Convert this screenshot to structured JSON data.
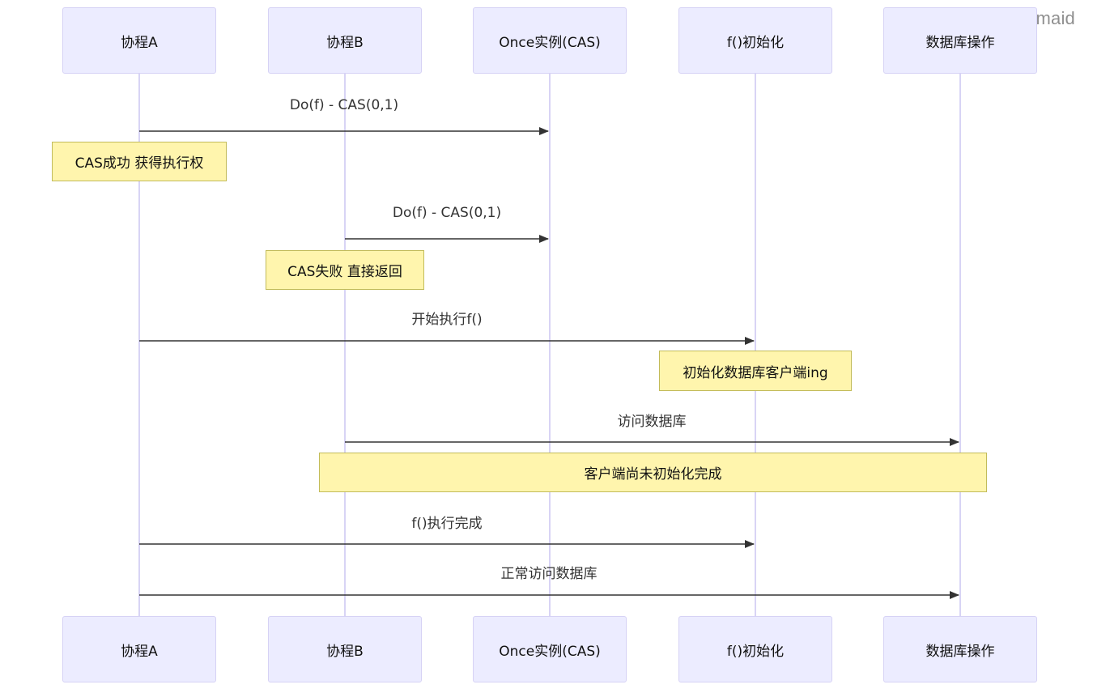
{
  "brand": {
    "watermark": "mermaid"
  },
  "actors": [
    {
      "id": "A",
      "label": "协程A"
    },
    {
      "id": "B",
      "label": "协程B"
    },
    {
      "id": "Once",
      "label": "Once实例(CAS)"
    },
    {
      "id": "F",
      "label": "f()初始化"
    },
    {
      "id": "DB",
      "label": "数据库操作"
    }
  ],
  "messages": [
    {
      "from": "A",
      "to": "Once",
      "label": "Do(f) - CAS(0,1)"
    },
    {
      "from": "B",
      "to": "Once",
      "label": "Do(f) - CAS(0,1)"
    },
    {
      "from": "A",
      "to": "F",
      "label": "开始执行f()"
    },
    {
      "from": "B",
      "to": "DB",
      "label": "访问数据库"
    },
    {
      "from": "A",
      "to": "F",
      "label": "f()执行完成"
    },
    {
      "from": "A",
      "to": "DB",
      "label": "正常访问数据库"
    }
  ],
  "notes": [
    {
      "label": "CAS成功 获得执行权"
    },
    {
      "label": "CAS失败 直接返回"
    },
    {
      "label": "初始化数据库客户端ing"
    },
    {
      "label": "客户端尚未初始化完成"
    }
  ],
  "colors": {
    "actor_fill": "#ececff",
    "actor_border": "#d6d2f5",
    "lifeline": "#d8d4f5",
    "note_fill": "#fff5ad",
    "note_border": "#c2bb5a",
    "arrow": "#333333"
  }
}
